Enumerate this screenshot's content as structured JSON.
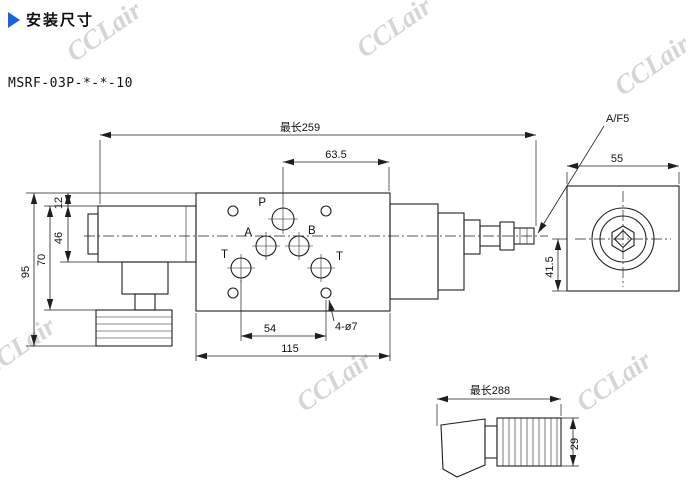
{
  "page": {
    "title": "安装尺寸",
    "model": "MSRF-03P-*-*-10",
    "watermark": "CCLair"
  },
  "front_view": {
    "dim_overall": "最长259",
    "dim_63_5": "63.5",
    "dim_12": "12",
    "dim_46": "46",
    "dim_70": "70",
    "dim_95": "95",
    "dim_54": "54",
    "dim_115": "115",
    "mounting_holes": "4-ø7",
    "port_p": "P",
    "port_a": "A",
    "port_b": "B",
    "port_t1": "T",
    "port_t2": "T"
  },
  "side_view": {
    "dim_width": "55",
    "dim_height": "41.5",
    "hex_label": "A/F5"
  },
  "knob_view": {
    "dim_length": "最长288",
    "dim_height": "29"
  }
}
